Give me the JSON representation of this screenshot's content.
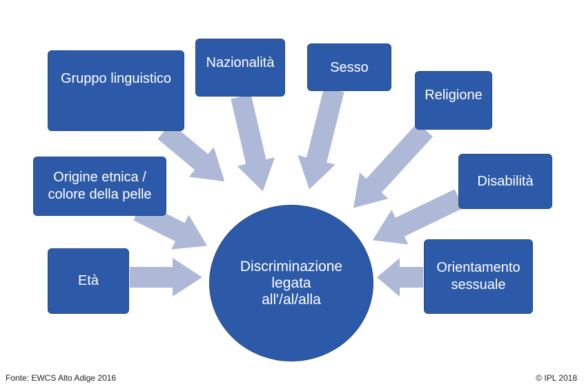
{
  "center": {
    "line1": "Discriminazione",
    "line2": "legata",
    "line3": "all'/al/alla"
  },
  "categories": {
    "gruppo_linguistico": "Gruppo linguistico",
    "nazionalita": "Nazionalità",
    "sesso": "Sesso",
    "religione": "Religione",
    "origine_line1": "Origine etnica /",
    "origine_line2": "colore della pelle",
    "disabilita": "Disabilità",
    "eta": "Età",
    "orientamento_line1": "Orientamento",
    "orientamento_line2": "sessuale"
  },
  "footer": {
    "source": "Fonte: EWCS Alto Adige 2016",
    "copyright": "© IPL 2018"
  },
  "colors": {
    "box": "#2d5aa8",
    "arrow": "#adb9d7"
  }
}
